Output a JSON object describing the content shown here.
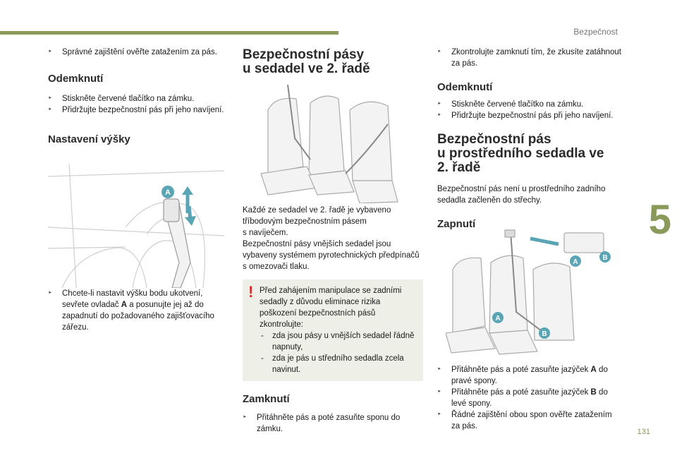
{
  "header": {
    "section": "Bezpečnost",
    "chapter": "5",
    "page": "131"
  },
  "col1": {
    "intro": "Správné zajištění ověřte zatažením za pás.",
    "h_unlock": "Odemknutí",
    "unlock_1": "Stiskněte červené tlačítko na zámku.",
    "unlock_2": "Přidržujte bezpečnostní pás při jeho navíjení.",
    "h_height": "Nastavení výšky",
    "fig_label": "A",
    "height_1a": "Chcete-li nastavit výšku bodu ukotvení, sevřete ovladač ",
    "height_1b": "A",
    "height_1c": " a posunujte jej až do zapadnutí do požadovaného zajišťovacího zářezu."
  },
  "col2": {
    "title_1": "Bezpečnostní pásy",
    "title_2": "u sedadel ve 2. řadě",
    "desc_1": "Každé ze sedadel ve 2. řadě je vybaveno tříbodovým bezpečnostním pásem",
    "desc_2": "s navíječem.",
    "desc_3": "Bezpečnostní pásy vnějších sedadel jsou vybaveny systémem pyrotechnických předpínačů s omezovači tlaku.",
    "warn_icon": "!",
    "warn_1": "Před zahájením manipulace se zadními sedadly z důvodu eliminace rizika poškození bezpečnostních pásů zkontrolujte:",
    "warn_2": "zda jsou pásy u vnějších sedadel řádně napnuty,",
    "warn_3": "zda je pás u středního sedadla zcela navinut.",
    "h_lock": "Zamknutí",
    "lock_1": "Přitáhněte pás a poté zasuňte sponu do zámku."
  },
  "col3": {
    "check": "Zkontrolujte zamknutí tím, že zkusíte zatáhnout za pás.",
    "h_unlock": "Odemknutí",
    "unlock_1": "Stiskněte červené tlačítko na zámku.",
    "unlock_2": "Přidržujte bezpečnostní pás při jeho navíjení.",
    "title_1": "Bezpečnostní pás",
    "title_2": "u prostředního sedadla ve",
    "title_3": "2. řadě",
    "middle_desc": "Bezpečnostní pás není u prostředního zadního sedadla začleněn do střechy.",
    "h_fasten": "Zapnutí",
    "label_a": "A",
    "label_b": "B",
    "f1a": "Přitáhněte pás a poté zasuňte jazýček ",
    "f1b": "A",
    "f1c": " do pravé spony.",
    "f2a": "Přitáhněte pás a poté zasuňte jazýček ",
    "f2b": "B",
    "f2c": " do levé spony.",
    "f3": "Řádné zajištění obou spon ověřte zatažením za pás."
  },
  "colors": {
    "accent": "#8a9a5b",
    "label": "#5aa5b5",
    "warning": "#d32f2f"
  }
}
